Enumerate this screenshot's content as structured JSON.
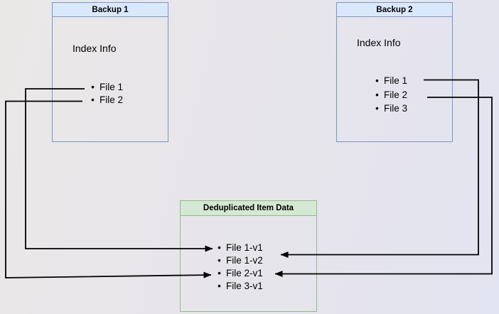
{
  "colors": {
    "backup_header_fill": "#dae8fc",
    "backup_border": "#7b96c4",
    "dedup_header_fill": "#d5e8d4",
    "dedup_border": "#8cbd83",
    "connector": "#000000",
    "text": "#000000"
  },
  "backup1": {
    "title": "Backup 1",
    "section_label": "Index Info",
    "items": [
      "File 1",
      "File 2"
    ]
  },
  "backup2": {
    "title": "Backup 2",
    "section_label": "Index Info",
    "items": [
      "File 1",
      "File 2",
      "File 3"
    ]
  },
  "dedup": {
    "title": "Deduplicated Item Data",
    "items": [
      "File 1-v1",
      "File 1-v2",
      "File 2-v1",
      "File 3-v1"
    ]
  },
  "connections": [
    {
      "from": "Backup 1 / File 1",
      "to": "File 1-v1"
    },
    {
      "from": "Backup 1 / File 2",
      "to": "File 2-v1"
    },
    {
      "from": "Backup 2 / File 1",
      "to": "File 1-v2"
    },
    {
      "from": "Backup 2 / File 2",
      "to": "File 2-v1"
    }
  ]
}
